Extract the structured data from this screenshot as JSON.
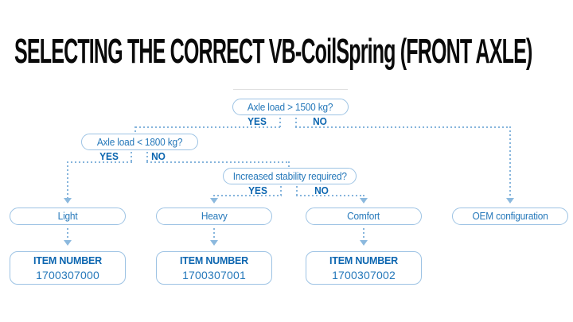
{
  "title": "SELECTING THE CORRECT VB-CoilSpring (FRONT AXLE)",
  "flowchart": {
    "decisions": [
      {
        "question": "Axle load > 1500 kg?",
        "yes": "YES",
        "no": "NO"
      },
      {
        "question": "Axle load < 1800 kg?",
        "yes": "YES",
        "no": "NO"
      },
      {
        "question": "Increased stability required?",
        "yes": "YES",
        "no": "NO"
      }
    ],
    "outcomes": [
      {
        "label": "Light"
      },
      {
        "label": "Heavy"
      },
      {
        "label": "Comfort"
      },
      {
        "label": "OEM configuration"
      }
    ],
    "item_boxes": [
      {
        "heading": "ITEM NUMBER",
        "number": "1700307000"
      },
      {
        "heading": "ITEM NUMBER",
        "number": "1700307001"
      },
      {
        "heading": "ITEM NUMBER",
        "number": "1700307002"
      }
    ],
    "colors": {
      "title_text": "#0a0a0a",
      "pill_border": "#9dc3e4",
      "pill_text": "#2578ba",
      "bold_label_text": "#0c66b0",
      "dashed_line": "#85b4dc",
      "arrowhead": "#8cb9de"
    }
  }
}
